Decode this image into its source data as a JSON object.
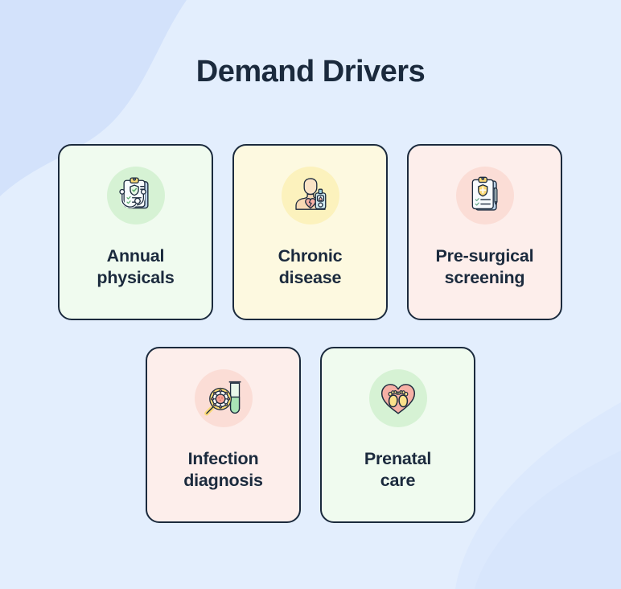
{
  "page": {
    "background_color": "#e3eefd",
    "wave_color": "#d2e2fb",
    "title": "Demand Drivers",
    "title_color": "#1b2a3d"
  },
  "cards": [
    {
      "label": "Annual\nphysicals",
      "icon": "clipboard-stethoscope-icon",
      "bg": "#f0fbef",
      "halo": "#d6f2d4",
      "border": "#1b2a3d"
    },
    {
      "label": "Chronic\ndisease",
      "icon": "patient-glucose-meter-icon",
      "bg": "#fdf9e0",
      "halo": "#fcf2bd",
      "border": "#1b2a3d"
    },
    {
      "label": "Pre-surgical\nscreening",
      "icon": "clipboard-shield-cross-icon",
      "bg": "#fdeeeb",
      "halo": "#fbddd6",
      "border": "#1b2a3d"
    },
    {
      "label": "Infection\ndiagnosis",
      "icon": "magnifier-virus-testtube-icon",
      "bg": "#fdeeeb",
      "halo": "#fbddd6",
      "border": "#1b2a3d"
    },
    {
      "label": "Prenatal\ncare",
      "icon": "heart-baby-feet-icon",
      "bg": "#f0fbef",
      "halo": "#d6f2d4",
      "border": "#1b2a3d"
    }
  ]
}
